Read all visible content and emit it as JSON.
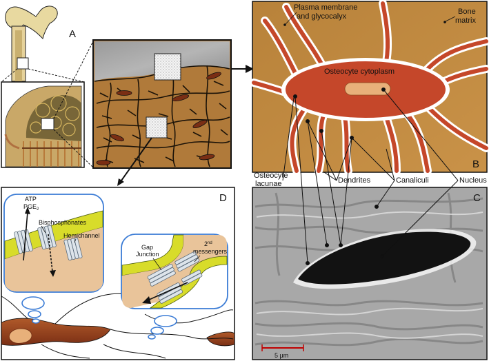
{
  "panels": {
    "a": "A",
    "b": "B",
    "c": "C",
    "d": "D"
  },
  "panel_b": {
    "plasma_line1": "Plasma membrane",
    "plasma_line2": "and glycocalyx",
    "bone_line1": "Bone",
    "bone_line2": "matrix",
    "cytoplasm": "Osteocyte cytoplasm"
  },
  "labels_row": {
    "lacunae_line1": "Osteocyte",
    "lacunae_line2": "lacunae",
    "dendrites": "Dendrites",
    "canaliculi": "Canaliculi",
    "nucleus": "Nucleus"
  },
  "panel_c": {
    "scale": "5 μm"
  },
  "panel_d": {
    "atp": "ATP",
    "pge": "PGE",
    "pge_sub": "2",
    "bisphosphonates": "Bisphosphonates",
    "hemichannel": "Hemichannel",
    "gap_line1": "Gap",
    "gap_line2": "Junction",
    "msg_line1_num": "2",
    "msg_line1_sup": "nd",
    "msg_line2": "messengers"
  },
  "colors": {
    "bone_matrix": "#c08a3c",
    "cytoplasm": "#c5472a",
    "nucleus": "#e8b07a",
    "membrane": "#d8dc2a",
    "bubble": "#3a7bd5",
    "cell_tissue": "#8a3a1a"
  }
}
